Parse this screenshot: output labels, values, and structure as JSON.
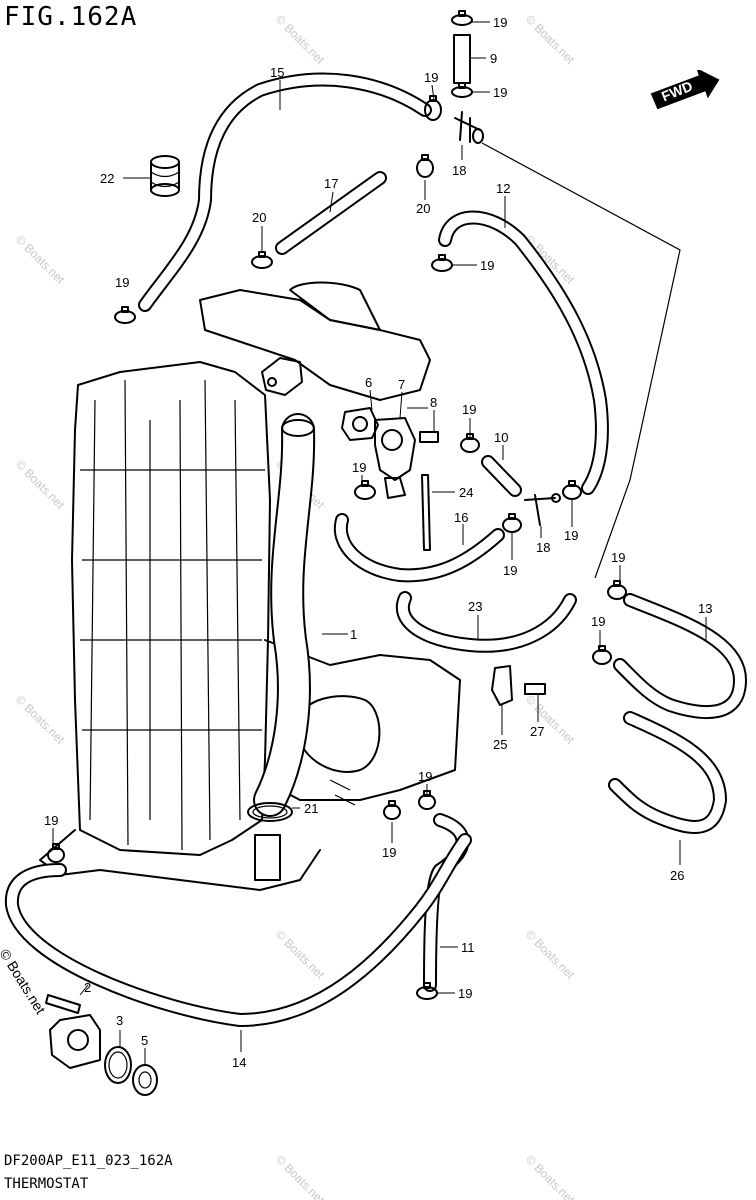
{
  "figure": {
    "title": "FIG.162A",
    "model_code": "DF200AP_E11_023_162A",
    "section_name": "THERMOSTAT",
    "brand": "© Boats.net",
    "watermark": "© Boats.net",
    "direction_label": "FWD"
  },
  "callouts": [
    {
      "id": "c19a",
      "text": "19"
    },
    {
      "id": "c9",
      "text": "9"
    },
    {
      "id": "c19b",
      "text": "19"
    },
    {
      "id": "c19c",
      "text": "19"
    },
    {
      "id": "c15",
      "text": "15"
    },
    {
      "id": "c18a",
      "text": "18"
    },
    {
      "id": "c22",
      "text": "22"
    },
    {
      "id": "c17",
      "text": "17"
    },
    {
      "id": "c20a",
      "text": "20"
    },
    {
      "id": "c20b",
      "text": "20"
    },
    {
      "id": "c12",
      "text": "12"
    },
    {
      "id": "c19d",
      "text": "19"
    },
    {
      "id": "c19e",
      "text": "19"
    },
    {
      "id": "c6",
      "text": "6"
    },
    {
      "id": "c7",
      "text": "7"
    },
    {
      "id": "c8",
      "text": "8"
    },
    {
      "id": "c19f",
      "text": "19"
    },
    {
      "id": "c10",
      "text": "10"
    },
    {
      "id": "c19g",
      "text": "19"
    },
    {
      "id": "c24",
      "text": "24"
    },
    {
      "id": "c16",
      "text": "16"
    },
    {
      "id": "c18b",
      "text": "18"
    },
    {
      "id": "c19h",
      "text": "19"
    },
    {
      "id": "c19i",
      "text": "19"
    },
    {
      "id": "c23",
      "text": "23"
    },
    {
      "id": "c19j",
      "text": "19"
    },
    {
      "id": "c13",
      "text": "13"
    },
    {
      "id": "c19k",
      "text": "19"
    },
    {
      "id": "c1",
      "text": "1"
    },
    {
      "id": "c25",
      "text": "25"
    },
    {
      "id": "c27",
      "text": "27"
    },
    {
      "id": "c19l",
      "text": "19"
    },
    {
      "id": "c21",
      "text": "21"
    },
    {
      "id": "c19m",
      "text": "19"
    },
    {
      "id": "c19n",
      "text": "19"
    },
    {
      "id": "c26",
      "text": "26"
    },
    {
      "id": "c11",
      "text": "11"
    },
    {
      "id": "c19o",
      "text": "19"
    },
    {
      "id": "c2",
      "text": "2"
    },
    {
      "id": "c3",
      "text": "3"
    },
    {
      "id": "c5",
      "text": "5"
    },
    {
      "id": "c14",
      "text": "14"
    }
  ],
  "icons": [
    "fwd-arrow-icon",
    "hose-clamp-icon"
  ]
}
